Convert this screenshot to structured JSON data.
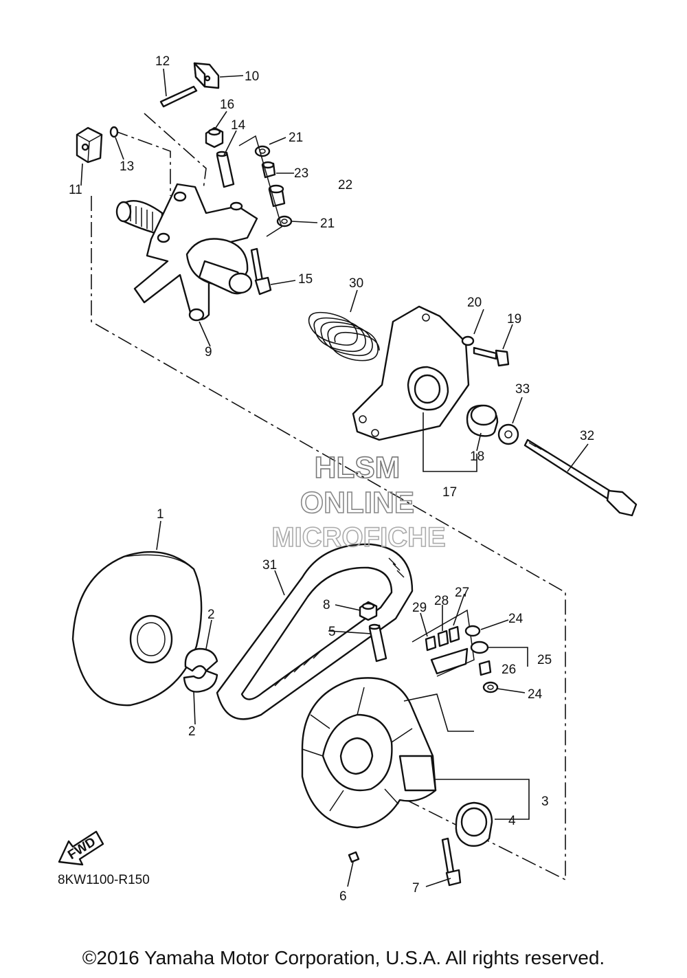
{
  "diagram_code": "8KW1100-R150",
  "fwd_label": "FWD",
  "watermark": [
    "HLSM",
    "ONLINE",
    "MICROFICHE"
  ],
  "copyright": "©2016 Yamaha Motor Corporation, U.S.A. All rights reserved.",
  "callouts": {
    "c1": "1",
    "c2a": "2",
    "c2b": "2",
    "c3": "3",
    "c4": "4",
    "c5": "5",
    "c6": "6",
    "c7": "7",
    "c8": "8",
    "c9": "9",
    "c10": "10",
    "c11": "11",
    "c12": "12",
    "c13": "13",
    "c14": "14",
    "c15": "15",
    "c16": "16",
    "c17": "17",
    "c18": "18",
    "c19": "19",
    "c20": "20",
    "c21a": "21",
    "c21b": "21",
    "c22": "22",
    "c23": "23",
    "c24a": "24",
    "c24b": "24",
    "c25": "25",
    "c26": "26",
    "c27": "27",
    "c28": "28",
    "c29": "29",
    "c30": "30",
    "c31": "31",
    "c32": "32",
    "c33": "33"
  }
}
